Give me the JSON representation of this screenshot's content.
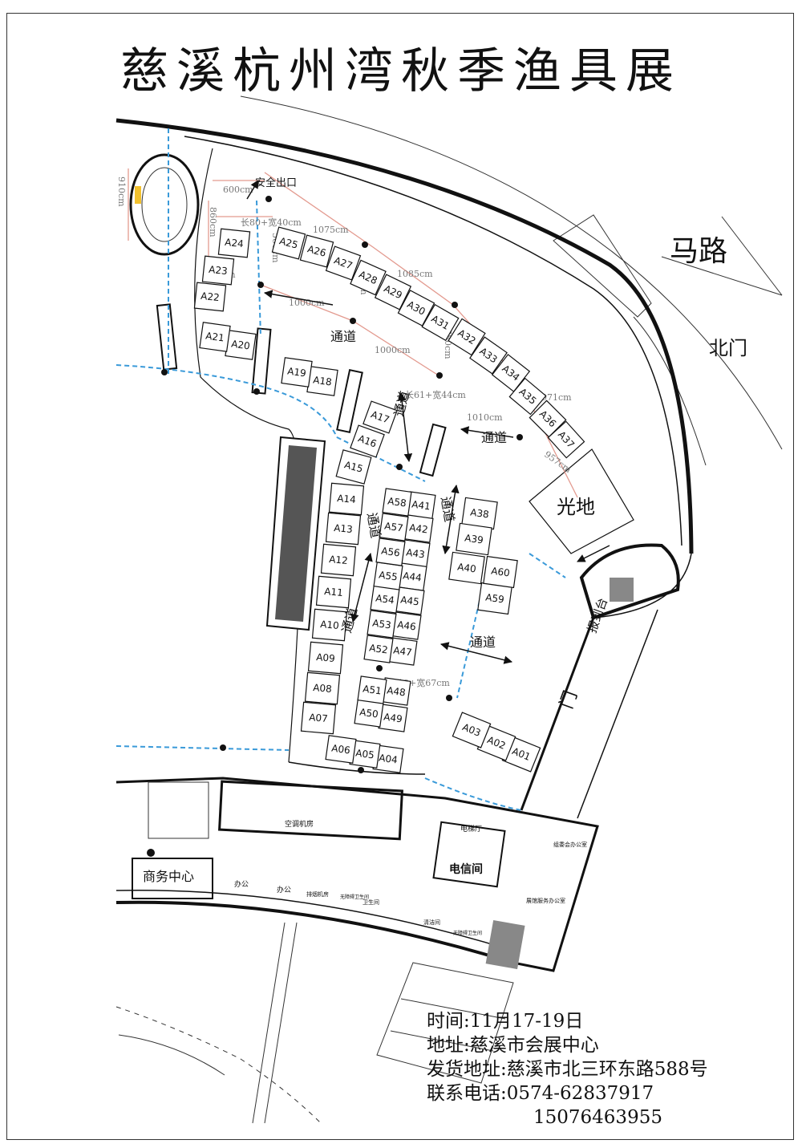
{
  "title": "慈溪杭州湾秋季渔具展",
  "labels": {
    "road": "马路",
    "north_gate": "北门",
    "light_area": "光地",
    "aisle": "通道",
    "exit": "安全出口",
    "reception": "报到台",
    "gate": "门",
    "business_center": "商务中心",
    "telecom_room": "电信间",
    "ac_room": "空调机房",
    "elevator_hall": "电梯厅",
    "office": "办公",
    "organizer_office": "组委会办公室",
    "venue_office": "展馆服务办公室",
    "restroom": "无障碍卫生间",
    "restroom_short": "卫生间",
    "cleaning": "清洁间",
    "pump_room": "排烟机房"
  },
  "dimensions": {
    "d910": "910cm",
    "d600": "600cm",
    "d860": "860cm",
    "d1075": "1075cm",
    "d1085": "1085cm",
    "d1000a": "1000cm",
    "d1000b": "1000cm",
    "d1010": "1010cm",
    "d957": "957cm",
    "d560": "560cm",
    "d420": "420cm",
    "d590": "590cm",
    "d780": "780cm",
    "d971": "971cm",
    "size1": "长80+宽40cm",
    "size2": "长61+宽44cm",
    "size3": "长110+宽67cm"
  },
  "info": {
    "time": "时间:11月17-19日",
    "address": "地址:慈溪市会展中心",
    "shipping": "发货地址:慈溪市北三环东路588号",
    "phone": "联系电话:0574-62837917",
    "phone2": "15076463955"
  },
  "booths": [
    {
      "id": "A01",
      "name": "A01"
    },
    {
      "id": "A02",
      "name": "A02"
    },
    {
      "id": "A03",
      "name": "A03"
    },
    {
      "id": "A04",
      "name": "A04"
    },
    {
      "id": "A05",
      "name": "A05"
    },
    {
      "id": "A06",
      "name": "A06"
    },
    {
      "id": "A07",
      "name": "A07"
    },
    {
      "id": "A08",
      "name": "A08"
    },
    {
      "id": "A09",
      "name": "A09"
    },
    {
      "id": "A10",
      "name": "A10"
    },
    {
      "id": "A11",
      "name": "A11"
    },
    {
      "id": "A12",
      "name": "A12"
    },
    {
      "id": "A13",
      "name": "A13"
    },
    {
      "id": "A14",
      "name": "A14"
    },
    {
      "id": "A15",
      "name": "A15"
    },
    {
      "id": "A16",
      "name": "A16"
    },
    {
      "id": "A17",
      "name": "A17"
    },
    {
      "id": "A18",
      "name": "A18"
    },
    {
      "id": "A19",
      "name": "A19"
    },
    {
      "id": "A20",
      "name": "A20"
    },
    {
      "id": "A21",
      "name": "A21"
    },
    {
      "id": "A22",
      "name": "A22"
    },
    {
      "id": "A23",
      "name": "A23"
    },
    {
      "id": "A24",
      "name": "A24"
    },
    {
      "id": "A25",
      "name": "A25"
    },
    {
      "id": "A26",
      "name": "A26"
    },
    {
      "id": "A27",
      "name": "A27"
    },
    {
      "id": "A28",
      "name": "A28"
    },
    {
      "id": "A29",
      "name": "A29"
    },
    {
      "id": "A30",
      "name": "A30"
    },
    {
      "id": "A31",
      "name": "A31"
    },
    {
      "id": "A32",
      "name": "A32"
    },
    {
      "id": "A33",
      "name": "A33"
    },
    {
      "id": "A34",
      "name": "A34"
    },
    {
      "id": "A35",
      "name": "A35"
    },
    {
      "id": "A36",
      "name": "A36"
    },
    {
      "id": "A37",
      "name": "A37"
    },
    {
      "id": "A38",
      "name": "A38"
    },
    {
      "id": "A39",
      "name": "A39"
    },
    {
      "id": "A40",
      "name": "A40"
    },
    {
      "id": "A41",
      "name": "A41"
    },
    {
      "id": "A42",
      "name": "A42"
    },
    {
      "id": "A43",
      "name": "A43"
    },
    {
      "id": "A44",
      "name": "A44"
    },
    {
      "id": "A45",
      "name": "A45"
    },
    {
      "id": "A46",
      "name": "A46"
    },
    {
      "id": "A47",
      "name": "A47"
    },
    {
      "id": "A48",
      "name": "A48"
    },
    {
      "id": "A49",
      "name": "A49"
    },
    {
      "id": "A50",
      "name": "A50"
    },
    {
      "id": "A51",
      "name": "A51"
    },
    {
      "id": "A52",
      "name": "A52"
    },
    {
      "id": "A53",
      "name": "A53"
    },
    {
      "id": "A54",
      "name": "A54"
    },
    {
      "id": "A55",
      "name": "A55"
    },
    {
      "id": "A56",
      "name": "A56"
    },
    {
      "id": "A57",
      "name": "A57"
    },
    {
      "id": "A58",
      "name": "A58"
    },
    {
      "id": "A59",
      "name": "A59"
    },
    {
      "id": "A60",
      "name": "A60"
    }
  ]
}
